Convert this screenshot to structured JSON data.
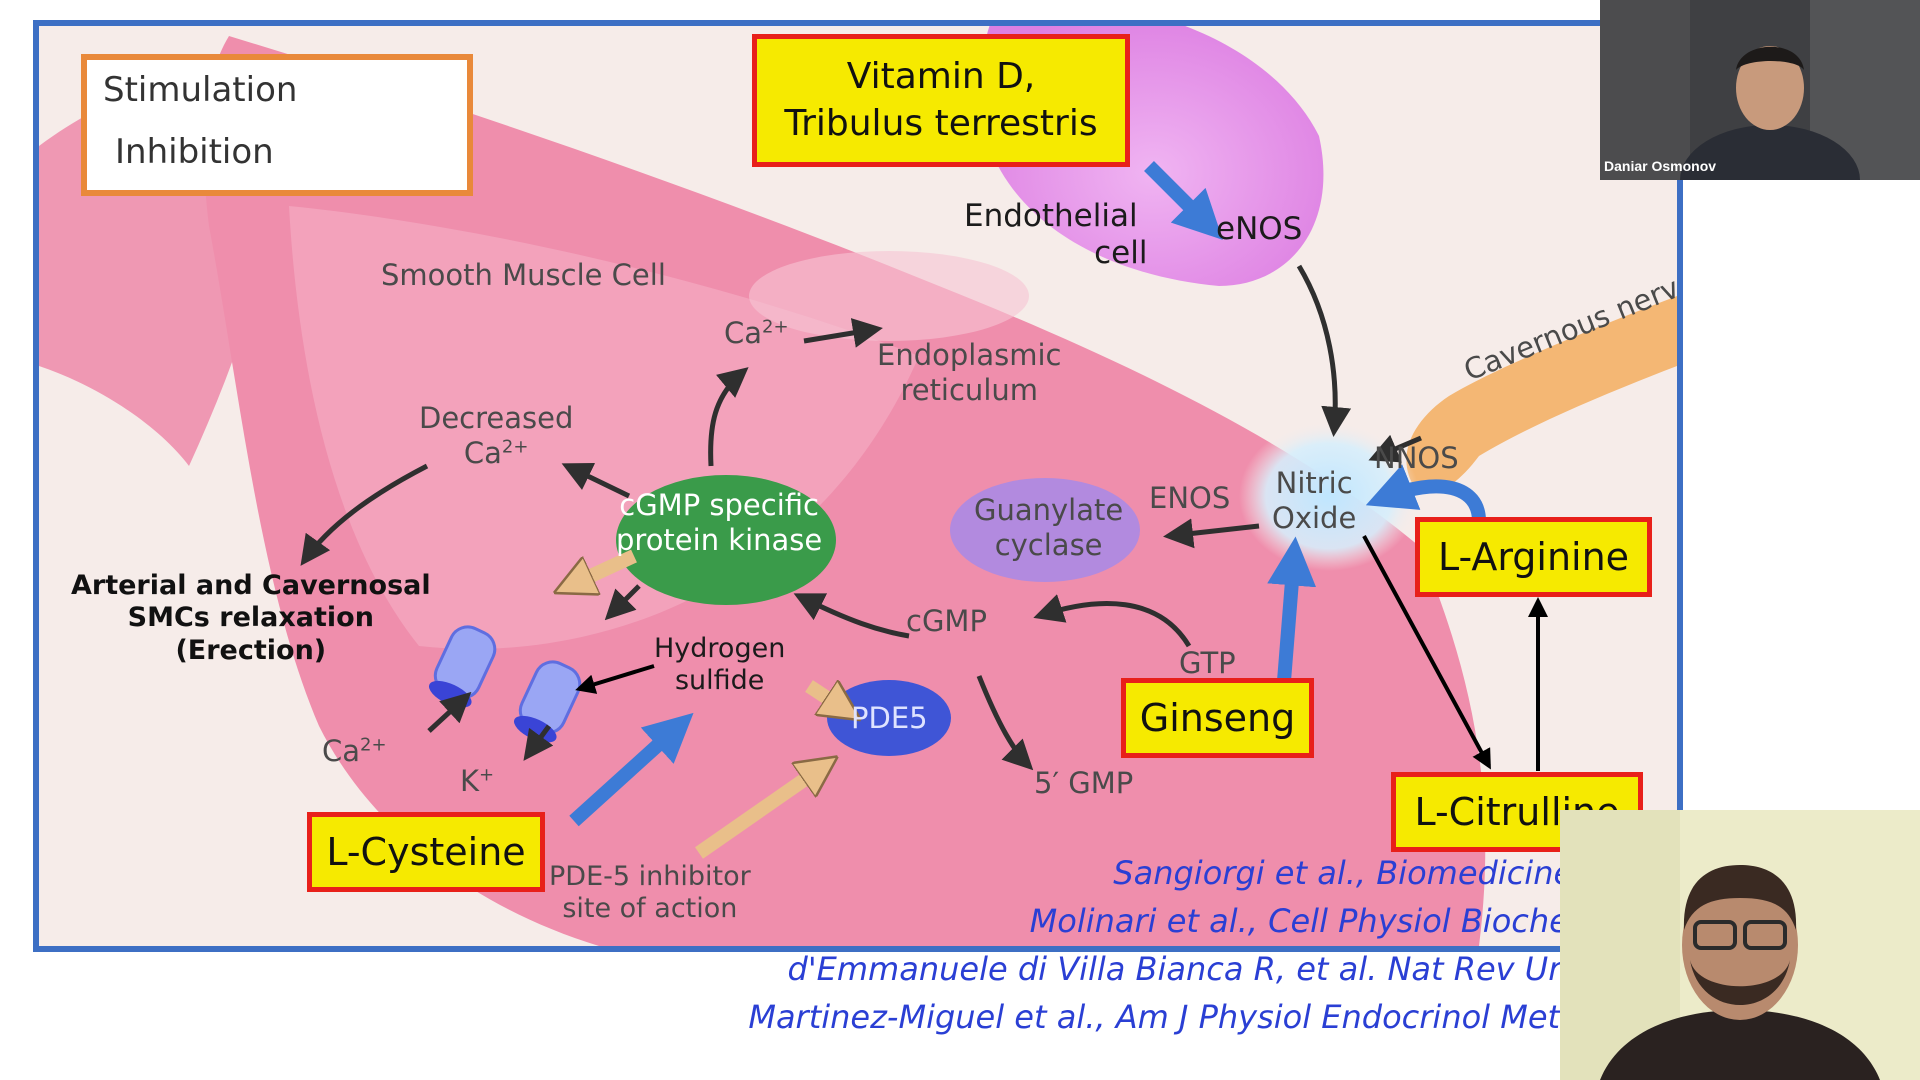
{
  "colors": {
    "frame": "#3d6fc4",
    "cell_pink": "#ef8eac",
    "highlight_yellow": "#f6ea00",
    "highlight_border": "#e8201a",
    "reference_blue": "#2a3fd4",
    "kinase_green": "#3a9b4a",
    "cyclase_purple": "#b28adf",
    "pde5_blue": "#3f55d6",
    "stimulation_arrow": "#333333",
    "inhibition_arrow": "#e9bf8a",
    "supplement_arrow": "#3d7bd6"
  },
  "legend": {
    "stimulation": "Stimulation",
    "inhibition": "Inhibition"
  },
  "diagram": {
    "smooth_muscle_cell": "Smooth Muscle Cell",
    "ca_top": "Ca",
    "ca_top_sup": "2+",
    "er_line1": "Endoplasmic",
    "er_line2": "reticulum",
    "decreased_line1": "Decreased",
    "decreased_line2": "Ca",
    "decreased_sup": "2+",
    "kinase_line1": "cGMP specific",
    "kinase_line2": "protein kinase",
    "relax_line1": "Arterial and Cavernosal",
    "relax_line2": "SMCs relaxation",
    "relax_line3": "(Erection)",
    "h2s_line1": "Hydrogen",
    "h2s_line2": "sulfide",
    "pde5": "PDE5",
    "gmp5": "5′ GMP",
    "cgmp": "cGMP",
    "gtp": "GTP",
    "cyclase_line1": "Guanylate",
    "cyclase_line2": "cyclase",
    "enos_lower": "ENOS",
    "nitric_line1": "Nitric",
    "nitric_line2": "Oxide",
    "nnos": "NNOS",
    "cavernous_nerve": "Cavernous nerve",
    "endothelial_line1": "Endothelial",
    "endothelial_line2": "cell",
    "enos_upper": "eNOS",
    "ca_bottom": "Ca",
    "ca_bottom_sup": "2+",
    "k_plus": "K",
    "k_sup": "+",
    "pde5_inhibitor_line1": "PDE-5 inhibitor",
    "pde5_inhibitor_line2": "site of action"
  },
  "highlights": {
    "vitamin_line1": "Vitamin D,",
    "vitamin_line2": "Tribulus terrestris",
    "l_arginine": "L-Arginine",
    "ginseng": "Ginseng",
    "l_citrulline": "L-Citrulline",
    "l_cysteine": "L-Cysteine"
  },
  "references": [
    "Sangiorgi et al., Biomedicines,",
    "Molinari et al., Cell Physiol Biochem",
    "d'Emmanuele di Villa Bianca R, et al. Nat Rev Urol.",
    "Martinez-Miguel et al., Am J Physiol Endocrinol Metab"
  ],
  "participants": [
    {
      "name": "Daniar Osmonov"
    },
    {
      "name": ""
    }
  ]
}
